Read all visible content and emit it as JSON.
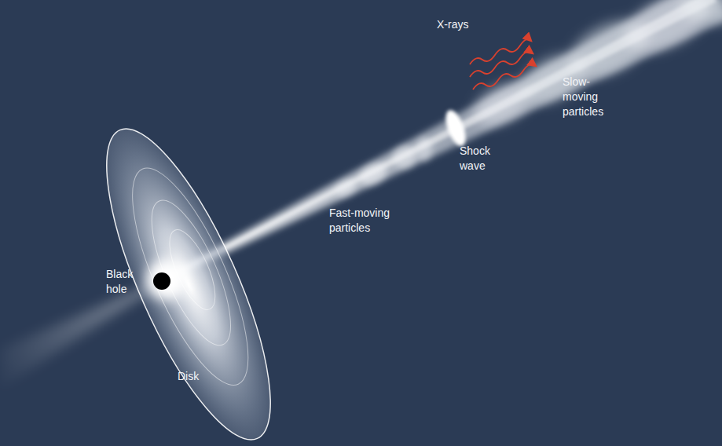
{
  "diagram": {
    "labels": [
      "X-rays",
      "Slow-moving particles",
      "Shock wave",
      "Fast-moving particles",
      "Black hole",
      "Disk"
    ]
  }
}
